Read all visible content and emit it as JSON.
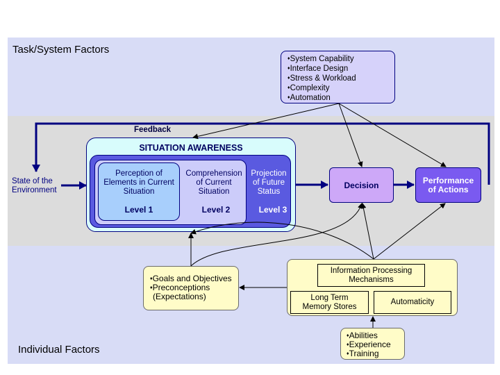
{
  "sections": {
    "task_system": "Task/System Factors",
    "individual": "Individual Factors"
  },
  "system_factors": [
    "System Capability",
    "Interface Design",
    "Stress & Workload",
    "Complexity",
    "Automation"
  ],
  "bullet": "♦",
  "feedback_label": "Feedback",
  "environment_label": [
    "State of the",
    "Environment"
  ],
  "situation_awareness": {
    "title": "SITUATION AWARENESS",
    "level1": {
      "text": [
        "Perception of",
        "Elements in Current",
        "Situation"
      ],
      "level": "Level 1"
    },
    "level2": {
      "text": [
        "Comprehension",
        "of Current",
        "Situation"
      ],
      "level": "Level 2"
    },
    "level3": {
      "text": [
        "Projection",
        "of Future",
        "Status"
      ],
      "level": "Level 3"
    }
  },
  "decision_label": "Decision",
  "performance_label": [
    "Performance",
    "of Actions"
  ],
  "goals": [
    "Goals and Objectives",
    "Preconceptions",
    "(Expectations)"
  ],
  "info_processing": [
    "Information Processing",
    "Mechanisms"
  ],
  "long_term_memory": [
    "Long Term",
    "Memory Stores"
  ],
  "automaticity": "Automaticity",
  "individual_factors": [
    "Abilities",
    "Experience",
    "Training"
  ],
  "colors": {
    "band_light": "#d8dcf6",
    "band_gray": "#dcdcdc",
    "sa_outer": "#d8fcfc",
    "sa_inner": "#5a5ae0",
    "level1": "#a8cffc",
    "level2": "#ccccfa",
    "decision": "#cda8f8",
    "performance": "#7a5af0",
    "yellow": "#fffcc8",
    "arrow": "#000080"
  }
}
